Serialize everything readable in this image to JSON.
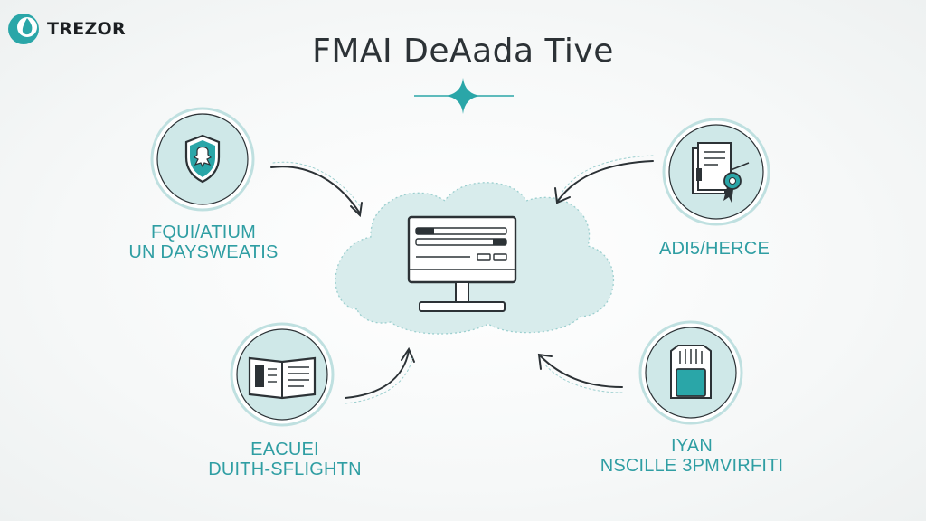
{
  "brand": {
    "name": "TREZOR"
  },
  "title": "FMAI DeAada Tive",
  "nodes": [
    {
      "id": "security",
      "icon": "shield-icon",
      "line1": "FQUI/ATIUM",
      "line2": "UN DAYSWEATIS"
    },
    {
      "id": "documents",
      "icon": "document-certificate-icon",
      "line1": "ADI5/HERCE",
      "line2": ""
    },
    {
      "id": "book",
      "icon": "open-book-icon",
      "line1": "EACUEI",
      "line2": "DUITH-SFLIGHTN"
    },
    {
      "id": "device",
      "icon": "hardware-wallet-icon",
      "line1": "IYAN",
      "line2": "NSCILLE 3PMVIRFITI"
    }
  ],
  "center": {
    "icon": "cloud-computer-icon"
  },
  "colors": {
    "accent": "#2f9ea3",
    "teal_fill": "#cfe8e8",
    "dark": "#2c3236",
    "cloud": "#d8ecec"
  }
}
